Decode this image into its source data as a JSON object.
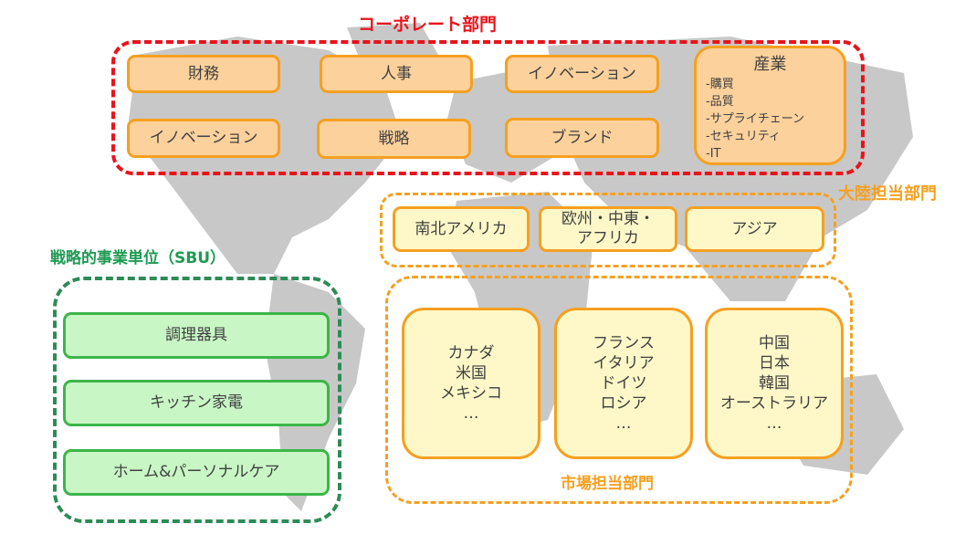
{
  "corporate": {
    "title": "コーポレート部門",
    "items": [
      "財務",
      "人事",
      "イノベーション",
      "イノベーション",
      "戦略",
      "ブランド"
    ],
    "industry": {
      "title": "産業",
      "items": [
        "-購買",
        "-品質",
        "-サプライチェーン",
        "-セキュリティ",
        "-IT"
      ]
    }
  },
  "continent": {
    "title": "大陸担当部門",
    "items": [
      "南北アメリカ",
      "欧州・中東・\nアフリカ",
      "アジア"
    ]
  },
  "market": {
    "title": "市場担当部門",
    "groups": [
      [
        "カナダ",
        "米国",
        "メキシコ",
        "…"
      ],
      [
        "フランス",
        "イタリア",
        "ドイツ",
        "ロシア",
        "…"
      ],
      [
        "中国",
        "日本",
        "韓国",
        "オーストラリア",
        "…"
      ]
    ]
  },
  "sbu": {
    "title": "戦略的事業単位（SBU）",
    "items": [
      "調理器具",
      "キッチン家電",
      "ホーム&パーソナルケア"
    ]
  },
  "colors": {
    "corporate": "#e8141c",
    "regional": "#f5a021",
    "sbu": "#2e8b57",
    "map": "#c8c8c8"
  }
}
